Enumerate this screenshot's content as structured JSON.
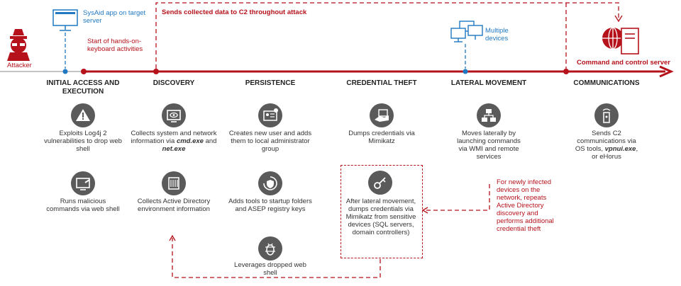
{
  "top": {
    "sysaid_label": "SysAid app on target server",
    "c2_exfil_label": "Sends collected data to C2 throughout attack",
    "hands_on_label": "Start of hands-on-keyboard activities",
    "attacker_label": "Attacker",
    "multiple_devices_label": "Multiple devices",
    "c2_server_label": "Command and control server"
  },
  "phases": [
    {
      "header": "INITIAL ACCESS AND EXECUTION",
      "items": [
        "Exploits Log4j 2 vulnerabilities to drop web shell",
        "Runs malicious commands via web shell"
      ]
    },
    {
      "header": "DISCOVERY",
      "items": [
        "Collects system and network information via",
        "Collects Active Directory environment information"
      ],
      "cmd1": "cmd.exe",
      "and": " and ",
      "cmd2": "net.exe"
    },
    {
      "header": "PERSISTENCE",
      "items": [
        "Creates new user and adds them to local administrator group",
        "Adds tools to startup folders and ASEP registry keys",
        "Leverages dropped web shell"
      ]
    },
    {
      "header": "CREDENTIAL THEFT",
      "items": [
        "Dumps credentials via Mimikatz",
        "After lateral movement, dumps credentials via Mimikatz from sensitive devices (SQL servers, domain controllers)"
      ]
    },
    {
      "header": "LATERAL MOVEMENT",
      "items": [
        "Moves laterally by launching commands via WMI and remote services"
      ],
      "note": "For newly infected devices on the network, repeats Active Directory discovery and performs additional credential theft"
    },
    {
      "header": "COMMUNICATIONS",
      "items": [
        "Sends C2 communications via OS tools,"
      ],
      "cmd": "vpnui.exe",
      "tail": ", or eHorus"
    }
  ],
  "colors": {
    "red": "#b5121b",
    "blue": "#1f78c1",
    "icon_gray": "#5a5a5a"
  }
}
